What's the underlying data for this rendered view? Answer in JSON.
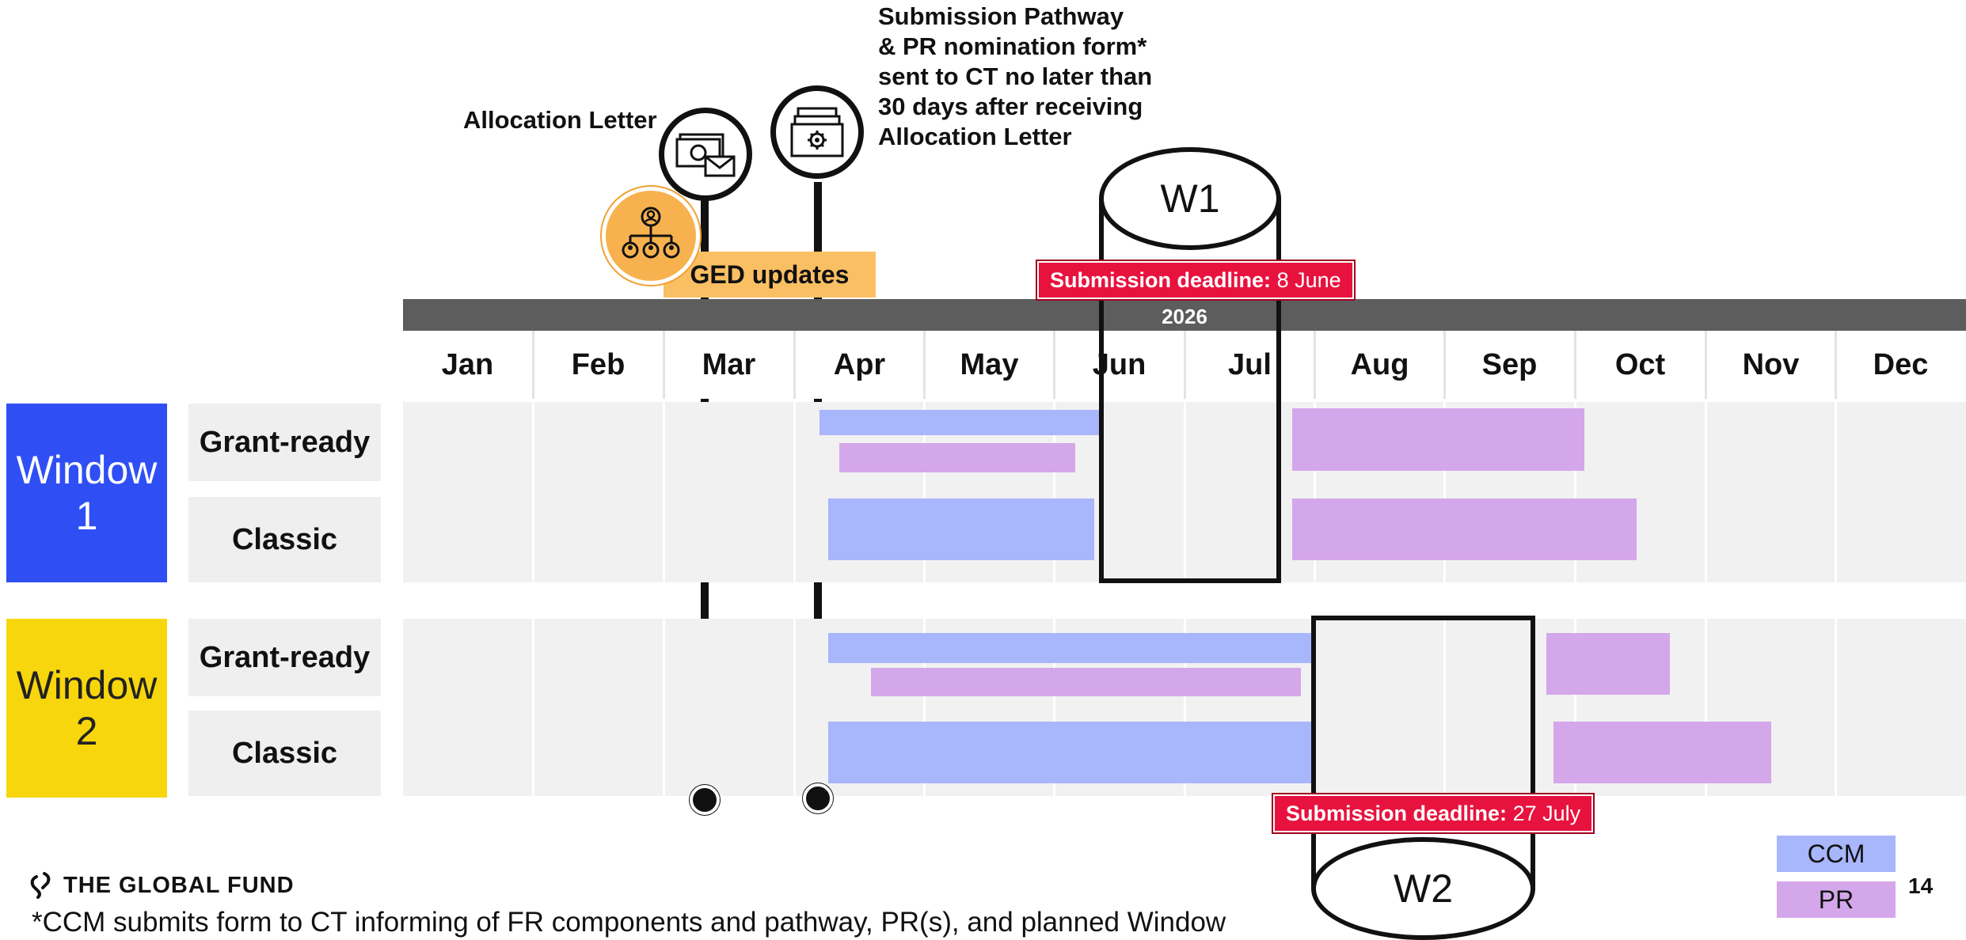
{
  "header": {
    "submission_note": "Submission Pathway\n& PR nomination form*\nsent to CT no later than\n30 days after receiving\nAllocation Letter",
    "allocation_letter": "Allocation Letter",
    "ged_updates": "GED updates"
  },
  "timeline": {
    "year": "2026",
    "months": [
      "Jan",
      "Feb",
      "Mar",
      "Apr",
      "May",
      "Jun",
      "Jul",
      "Aug",
      "Sep",
      "Oct",
      "Nov",
      "Dec"
    ]
  },
  "windows": [
    {
      "label": "Window\n1",
      "color": "#2f4ff5",
      "rows": [
        "Grant-ready",
        "Classic"
      ]
    },
    {
      "label": "Window\n2",
      "color": "#f7d60d",
      "rows": [
        "Grant-ready",
        "Classic"
      ]
    }
  ],
  "milestones": {
    "w1": {
      "label": "W1",
      "deadline_bold": "Submission deadline:",
      "deadline_date": "8 June"
    },
    "w2": {
      "label": "W2",
      "deadline_bold": "Submission deadline:",
      "deadline_date": "27 July"
    }
  },
  "legend": {
    "ccm": "CCM",
    "pr": "PR",
    "ccm_color": "#a8b6fb",
    "pr_color": "#d4a7ea"
  },
  "footer": {
    "logo": "THE GLOBAL FUND",
    "footnote": "*CCM submits form to CT informing of FR components and pathway, PR(s), and planned Window",
    "page_number": "14"
  }
}
